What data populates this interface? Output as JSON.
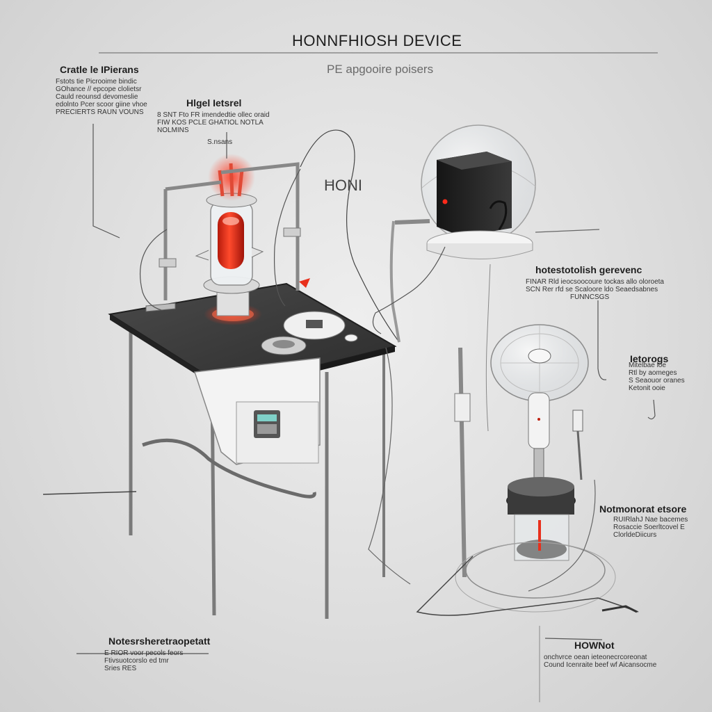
{
  "title": "HONNFHIOSH DEVICE",
  "subtitle": "PE apgooire poisers",
  "pointer_label": "HONI",
  "callouts": [
    {
      "id": "top-left",
      "label": "Cratle le IPierans",
      "lines": [
        "Fstots tie Picrooime bindic",
        "GOhance // epcope clolietsr",
        "Cauld reounsd devomeslie",
        "edolnto Pcer scoor giine vhoe",
        "PRECIERTS RAUN VOUNS"
      ]
    },
    {
      "id": "top-center",
      "label": "Hlgel Ietsrel",
      "lines": [
        "8 SNT Fto FR  imendedtie ollec oraid",
        "FIW KOS PCLE GHATIOL NOTLA NOLMINS",
        "S.nsans"
      ]
    },
    {
      "id": "right-upper",
      "label": "hotestotolish gerevenc",
      "lines": [
        "FINAR Rld ieocsoocoure tockas allo oloroeta",
        "SCN Rer rfd se Scaloore ldo Seaedsabnes",
        "FUNNCSGS"
      ]
    },
    {
      "id": "right-mid",
      "label": "Ietorogs",
      "lines": [
        "Mitelbae loe",
        "Rtl by aomeges",
        "S Seaouor oranes",
        "Ketonit ooie"
      ]
    },
    {
      "id": "right-lower",
      "label": "Notmonorat etsore",
      "lines": [
        "RUIRlahJ Nae bacemes",
        "Rosaccie Soerltcovel E",
        "ClorldeDiicurs"
      ]
    },
    {
      "id": "bottom-left",
      "label": "Notesrsheretraopetatt",
      "lines": [
        "E RIOR voor pecols feors",
        "Ftivsuotcorslo ed  tmr",
        "Sries RES"
      ]
    },
    {
      "id": "bottom-right",
      "label": "HOWNot",
      "lines": [
        "onchvrce oean ieteonecrcoreonat",
        "Cound Icenraite beef wf Aicansocme"
      ]
    }
  ],
  "colors": {
    "accent": "#e8301c",
    "ink": "#1e1e1e",
    "table_top": "#3a3a3a",
    "glass": "#e9eef2"
  }
}
